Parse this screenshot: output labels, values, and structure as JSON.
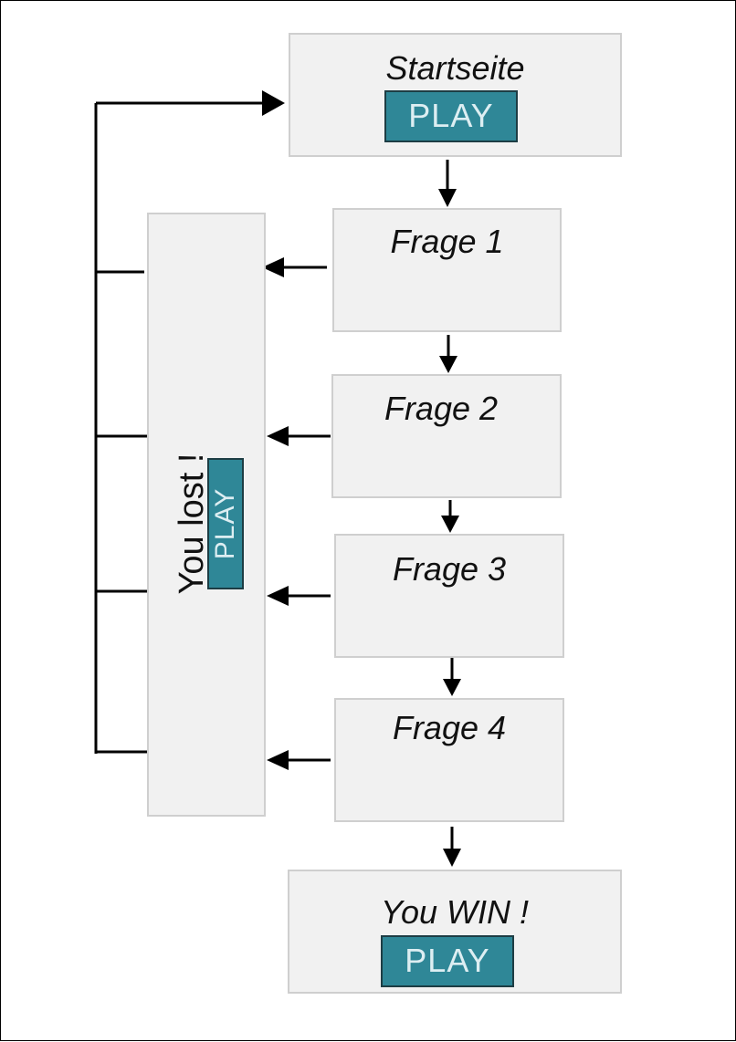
{
  "start": {
    "title": "Startseite",
    "play_label": "PLAY"
  },
  "questions": [
    {
      "title": "Frage 1"
    },
    {
      "title": "Frage 2"
    },
    {
      "title": "Frage 3"
    },
    {
      "title": "Frage 4"
    }
  ],
  "lost": {
    "title": "You lost !",
    "play_label": "PLAY"
  },
  "win": {
    "title": "You WIN !",
    "play_label": "PLAY"
  },
  "colors": {
    "box_fill": "#f1f1f1",
    "box_border": "#cfcfcf",
    "button_fill": "#2f8797",
    "button_text": "#ddeef2",
    "arrow": "#000000"
  }
}
